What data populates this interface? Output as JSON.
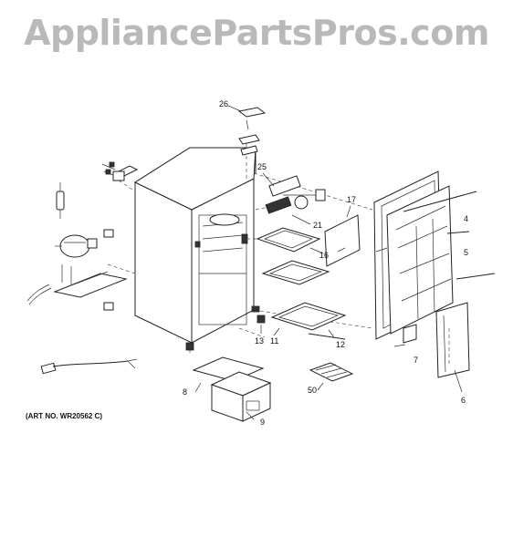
{
  "watermark": "AppliancePartsPros.com",
  "art_number": "(ART NO. WR20562 C)",
  "callouts": [
    {
      "id": "4",
      "text": "4"
    },
    {
      "id": "5",
      "text": "5"
    },
    {
      "id": "6",
      "text": "6"
    },
    {
      "id": "7",
      "text": "7"
    },
    {
      "id": "8",
      "text": "8"
    },
    {
      "id": "9",
      "text": "9"
    },
    {
      "id": "11",
      "text": "11"
    },
    {
      "id": "12",
      "text": "12"
    },
    {
      "id": "13",
      "text": "13"
    },
    {
      "id": "16",
      "text": "16"
    },
    {
      "id": "17",
      "text": "17"
    },
    {
      "id": "21",
      "text": "21"
    },
    {
      "id": "25",
      "text": "25"
    },
    {
      "id": "26",
      "text": "26"
    },
    {
      "id": "50",
      "text": "50"
    }
  ]
}
